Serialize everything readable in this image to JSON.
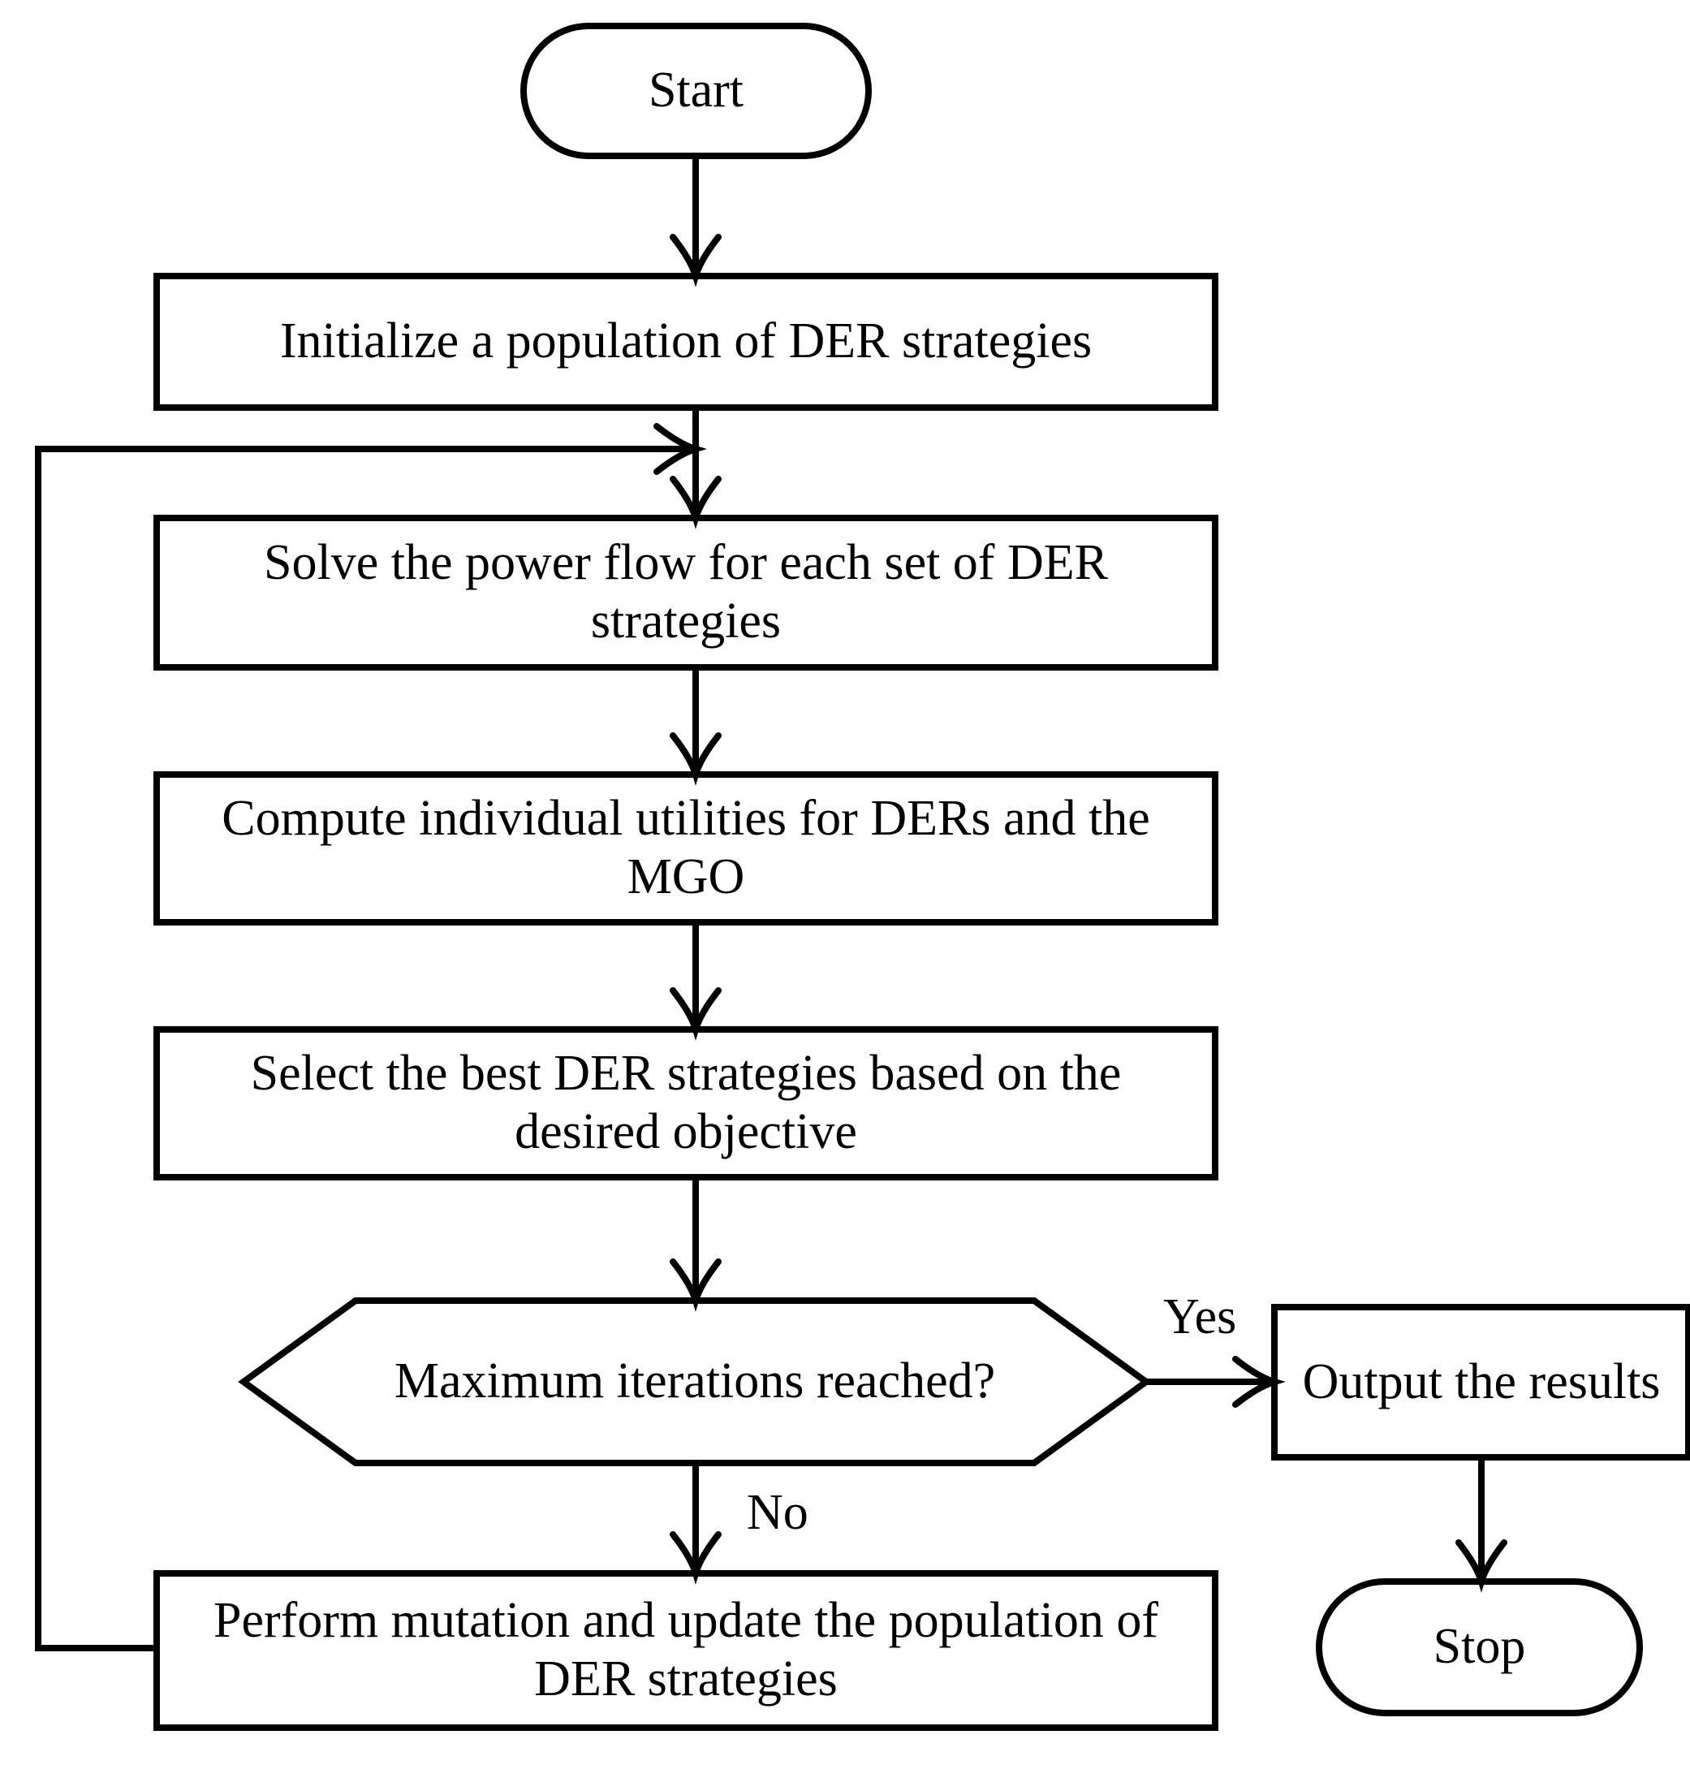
{
  "diagram": {
    "type": "flowchart",
    "title": "DER strategy optimization flowchart",
    "stroke_color": "#000000",
    "background_color": "#ffffff",
    "text_color": "#000000"
  },
  "nodes": {
    "start": {
      "label": "Start",
      "shape": "terminator"
    },
    "initialize": {
      "label": "Initialize a population of DER strategies",
      "shape": "process"
    },
    "power_flow": {
      "label": "Solve the power flow for each set of DER strategies",
      "shape": "process"
    },
    "compute_utilities": {
      "label": "Compute individual utilities for DERs and the MGO",
      "shape": "process"
    },
    "select_best": {
      "label": "Select the best DER strategies based on the desired objective",
      "shape": "process"
    },
    "decision": {
      "label": "Maximum iterations reached?",
      "shape": "hexagon-decision"
    },
    "output": {
      "label": "Output the results",
      "shape": "process"
    },
    "mutate": {
      "label": "Perform mutation and update the population of DER strategies",
      "shape": "process"
    },
    "stop": {
      "label": "Stop",
      "shape": "terminator"
    }
  },
  "edge_labels": {
    "yes": "Yes",
    "no": "No"
  }
}
